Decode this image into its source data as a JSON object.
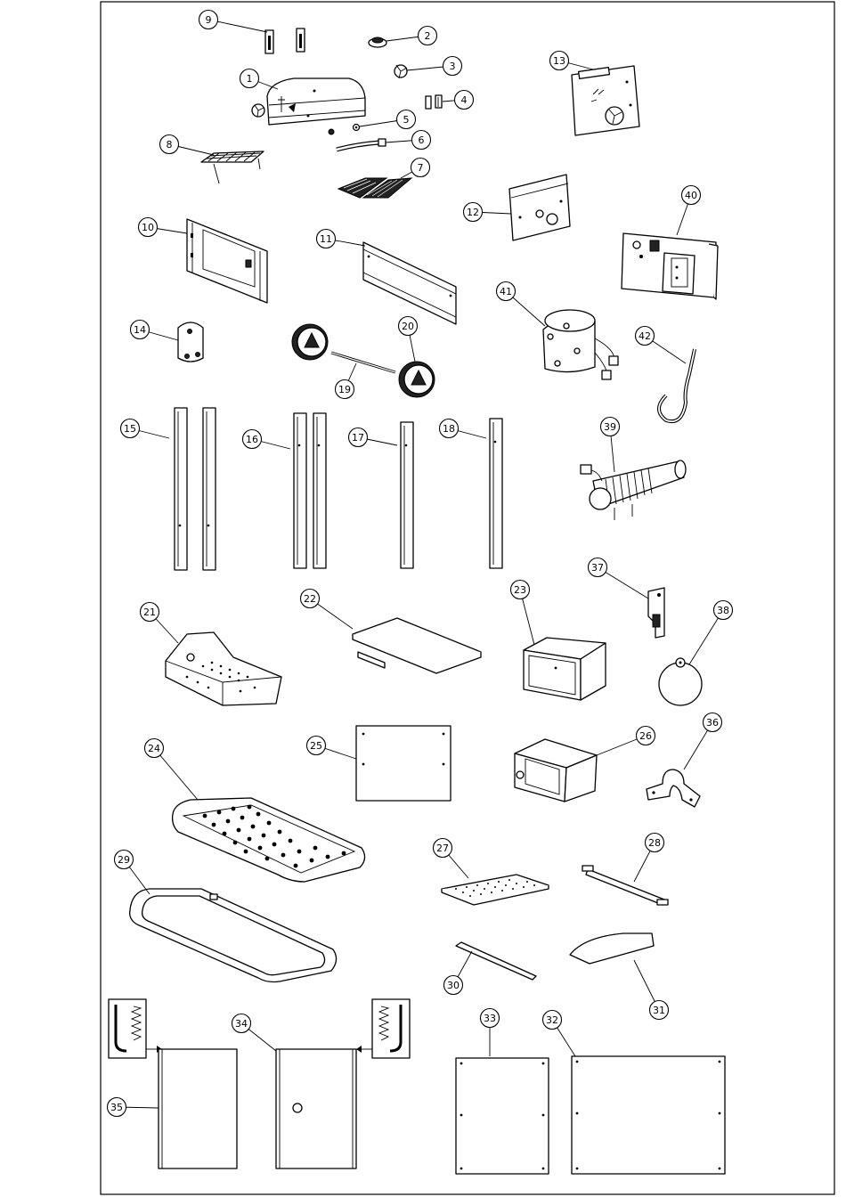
{
  "callouts": [
    {
      "id": "c1",
      "label": "1"
    },
    {
      "id": "c2",
      "label": "2"
    },
    {
      "id": "c3",
      "label": "3"
    },
    {
      "id": "c4",
      "label": "4"
    },
    {
      "id": "c5",
      "label": "5"
    },
    {
      "id": "c6",
      "label": "6"
    },
    {
      "id": "c7",
      "label": "7"
    },
    {
      "id": "c8",
      "label": "8"
    },
    {
      "id": "c9",
      "label": "9"
    },
    {
      "id": "c10",
      "label": "10"
    },
    {
      "id": "c11",
      "label": "11"
    },
    {
      "id": "c12",
      "label": "12"
    },
    {
      "id": "c13",
      "label": "13"
    },
    {
      "id": "c14",
      "label": "14"
    },
    {
      "id": "c15",
      "label": "15"
    },
    {
      "id": "c16",
      "label": "16"
    },
    {
      "id": "c17",
      "label": "17"
    },
    {
      "id": "c18",
      "label": "18"
    },
    {
      "id": "c19",
      "label": "19"
    },
    {
      "id": "c20",
      "label": "20"
    },
    {
      "id": "c21",
      "label": "21"
    },
    {
      "id": "c22",
      "label": "22"
    },
    {
      "id": "c23",
      "label": "23"
    },
    {
      "id": "c24",
      "label": "24"
    },
    {
      "id": "c25",
      "label": "25"
    },
    {
      "id": "c26",
      "label": "26"
    },
    {
      "id": "c27",
      "label": "27"
    },
    {
      "id": "c28",
      "label": "28"
    },
    {
      "id": "c29",
      "label": "29"
    },
    {
      "id": "c30",
      "label": "30"
    },
    {
      "id": "c31",
      "label": "31"
    },
    {
      "id": "c32",
      "label": "32"
    },
    {
      "id": "c33",
      "label": "33"
    },
    {
      "id": "c34",
      "label": "34"
    },
    {
      "id": "c35",
      "label": "35"
    },
    {
      "id": "c36",
      "label": "36"
    },
    {
      "id": "c37",
      "label": "37"
    },
    {
      "id": "c38",
      "label": "38"
    },
    {
      "id": "c39",
      "label": "39"
    },
    {
      "id": "c40",
      "label": "40"
    },
    {
      "id": "c41",
      "label": "41"
    },
    {
      "id": "c42",
      "label": "42"
    }
  ],
  "icons": {
    "warning": "warning-triangle-icon",
    "fan": "fan-icon",
    "spring": "spring-icon",
    "arrow": "arrow-right-icon"
  },
  "colors": {
    "line": "#000000",
    "background": "#ffffff",
    "accent_fill": "#222222"
  }
}
